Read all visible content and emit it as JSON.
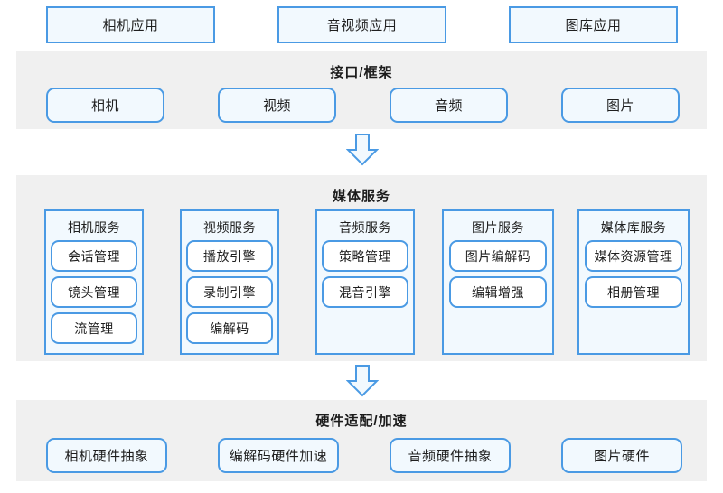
{
  "diagram": {
    "title_hidden": "",
    "layers": [
      {
        "id": "applications",
        "band_title": "",
        "items": [
          {
            "label": "相机应用"
          },
          {
            "label": "音视频应用"
          },
          {
            "label": "图库应用"
          }
        ]
      },
      {
        "id": "interface-framework",
        "band_title": "接口/框架",
        "items": [
          {
            "label": "相机"
          },
          {
            "label": "视频"
          },
          {
            "label": "音频"
          },
          {
            "label": "图片"
          }
        ]
      },
      {
        "id": "media-services",
        "band_title": "媒体服务",
        "groups": [
          {
            "title": "相机服务",
            "items": [
              {
                "label": "会话管理"
              },
              {
                "label": "镜头管理"
              },
              {
                "label": "流管理"
              }
            ]
          },
          {
            "title": "视频服务",
            "items": [
              {
                "label": "播放引擎"
              },
              {
                "label": "录制引擎"
              },
              {
                "label": "编解码"
              }
            ]
          },
          {
            "title": "音频服务",
            "items": [
              {
                "label": "策略管理"
              },
              {
                "label": "混音引擎"
              }
            ]
          },
          {
            "title": "图片服务",
            "items": [
              {
                "label": "图片编解码"
              },
              {
                "label": "编辑增强"
              }
            ]
          },
          {
            "title": "媒体库服务",
            "items": [
              {
                "label": "媒体资源管理"
              },
              {
                "label": "相册管理"
              }
            ]
          }
        ]
      },
      {
        "id": "hardware-adaptation",
        "band_title": "硬件适配/加速",
        "items": [
          {
            "label": "相机硬件抽象"
          },
          {
            "label": "编解码硬件加速"
          },
          {
            "label": "音频硬件抽象"
          },
          {
            "label": "图片硬件"
          }
        ]
      }
    ],
    "arrows": [
      {
        "name": "arrow-interface-to-media",
        "direction": "down"
      },
      {
        "name": "arrow-media-to-hardware",
        "direction": "down"
      }
    ],
    "colors": {
      "border_blue": "#4a9ae4",
      "box_fill": "#f2f9fe",
      "band_grey": "#f0f0f0",
      "item_fill": "#ffffff",
      "text": "#1f1f1f"
    }
  }
}
